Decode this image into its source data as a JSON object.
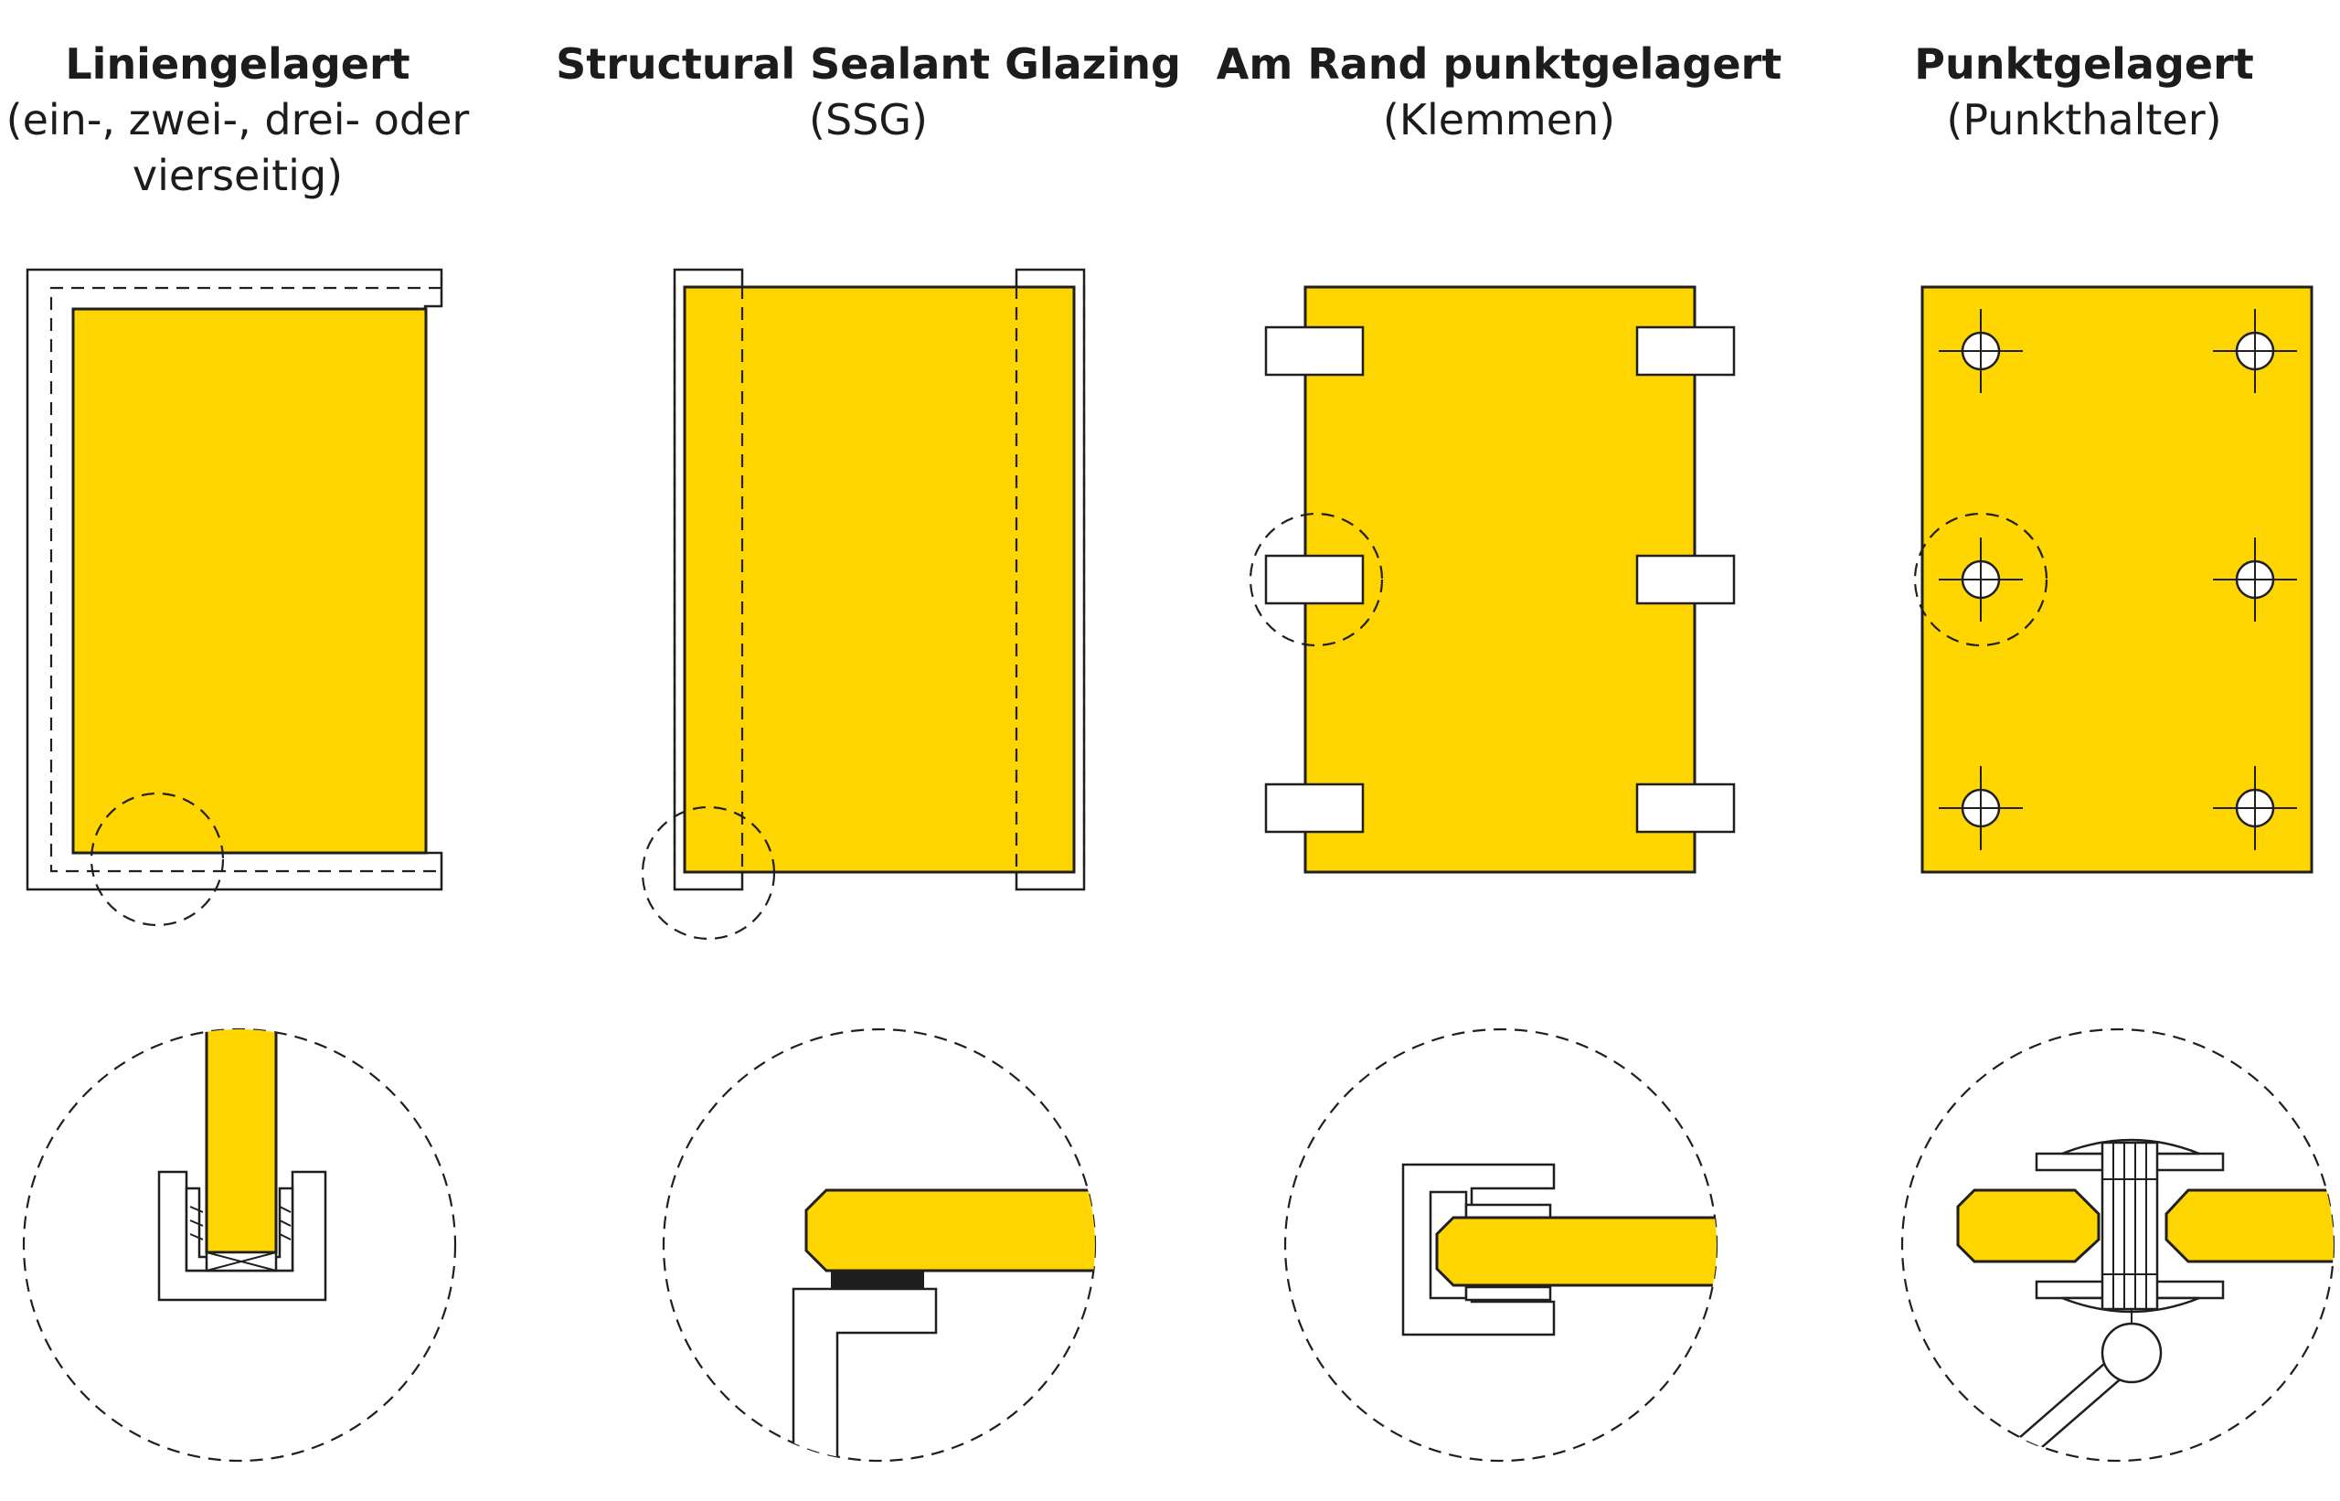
{
  "colors": {
    "glass": "#FFD500",
    "ink": "#1f1f1f"
  },
  "columns": [
    {
      "title": "Liniengelagert",
      "subtitle_lines": [
        "(ein-, zwei-, drei- oder",
        "vierseitig)"
      ]
    },
    {
      "title": "Structural Sealant Glazing",
      "subtitle_lines": [
        "(SSG)"
      ]
    },
    {
      "title": "Am Rand punktgelagert",
      "subtitle_lines": [
        "(Klemmen)"
      ]
    },
    {
      "title": "Punktgelagert",
      "subtitle_lines": [
        "(Punkthalter)"
      ]
    }
  ]
}
